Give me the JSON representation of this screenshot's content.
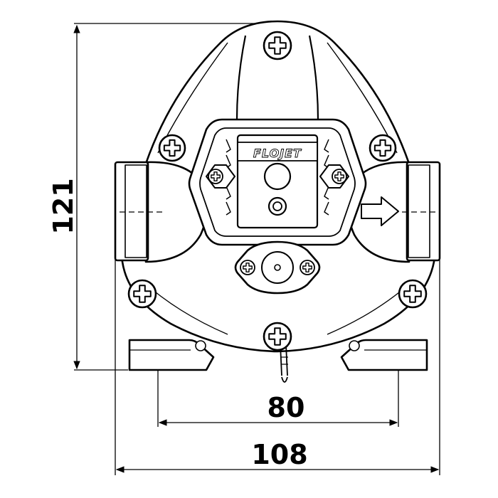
{
  "drawing": {
    "brand": "FLOJET",
    "dimensions": {
      "height": "121",
      "base_width": "80",
      "overall_width": "108"
    }
  },
  "colors": {
    "line": "#000000",
    "fill": "#ffffff"
  }
}
